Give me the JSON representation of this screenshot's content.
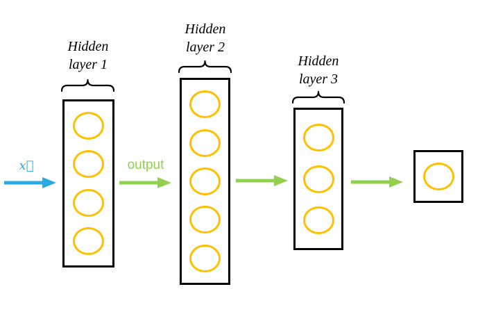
{
  "diagram": {
    "input": {
      "label": "x⃗"
    },
    "arrows": [
      {
        "label": "x⃗"
      },
      {
        "label": "output"
      },
      {
        "label": ""
      },
      {
        "label": ""
      }
    ],
    "layers": [
      {
        "label": [
          "Hidden",
          "layer 1"
        ],
        "neurons": 4
      },
      {
        "label": [
          "Hidden",
          "layer 2"
        ],
        "neurons": 5
      },
      {
        "label": [
          "Hidden",
          "layer 3"
        ],
        "neurons": 3
      },
      {
        "label": [
          "",
          ""
        ],
        "neurons": 1
      }
    ],
    "colors": {
      "neuron": "#FFC000",
      "arrow_green": "#92D050",
      "arrow_blue": "#29ABE2",
      "output_text": "#92D050",
      "box_border": "#000000",
      "text": "#000000"
    }
  }
}
